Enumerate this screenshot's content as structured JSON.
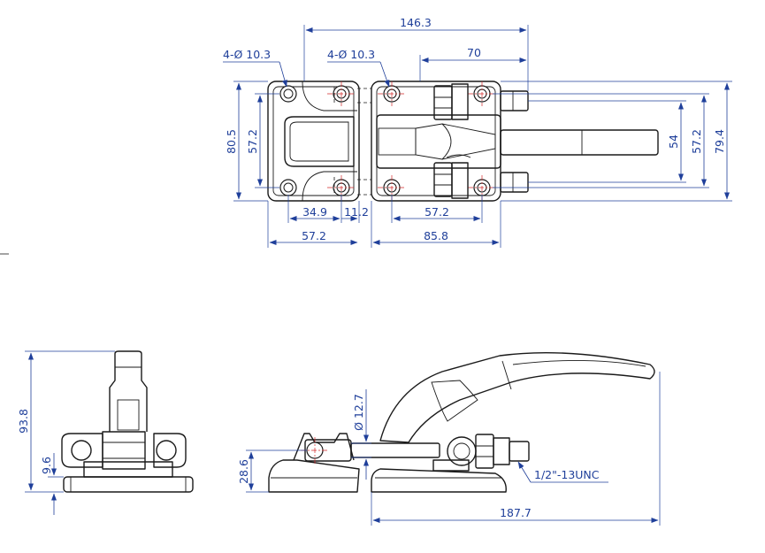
{
  "dimensions": {
    "top_overall_length": "146.3",
    "top_hole_callout_left": "4-Ø 10.3",
    "top_hole_callout_right": "4-Ø 10.3",
    "top_plunger_extension": "70",
    "top_left_base_height": "80.5",
    "top_left_hole_spacing_v": "57.2",
    "top_right_hole_spacing_v": "57.2",
    "top_spindle_spacing": "54",
    "top_overall_width": "79.4",
    "top_offset_a": "34.9",
    "top_offset_b": "11.2",
    "top_right_hole_spacing_h": "57.2",
    "top_left_base_length": "57.2",
    "top_right_base_length": "85.8",
    "end_view_height": "93.8",
    "end_view_base_thickness": "9.6",
    "side_view_spindle_diameter": "Ø 12.7",
    "side_view_spindle_height": "28.6",
    "side_view_thread": "1/2\"-13UNC",
    "side_view_overall_length": "187.7"
  }
}
